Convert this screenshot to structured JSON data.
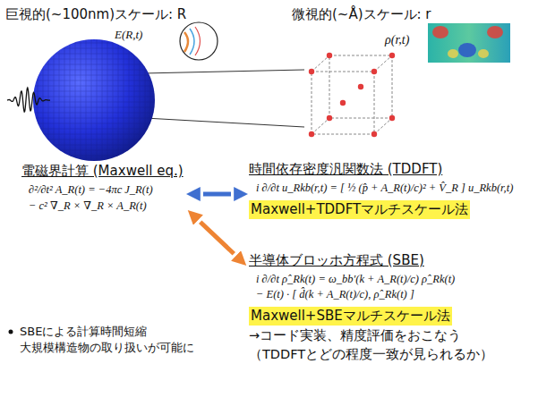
{
  "diagram": {
    "nodes": [
      {
        "text": [
          "電磁界計算 (Maxwell eq.)",
          "∂²/∂t² A_R(t) = −4πc J_R(t)",
          "− c² ∇_R × ∇_R × A_R(t)"
        ]
      },
      {
        "text": [
          "時間依存密度汎関数法 (TDDFT)",
          "i ∂/∂t u_Rkb(r,t) = [ ½ (p̂ + A_R(t)/c)² + V̂_R ] u_Rkb(r,t)",
          "Maxwell+TDDFTマルチスケール法"
        ]
      },
      {
        "text": [
          "半導体ブロッホ方程式 (SBE)",
          "i ∂/∂t ρ̂_Rk(t) = ω_bb′(k + A_R(t)/c) ρ̂_Rk(t)",
          "− E(t) · [ d̂(k + A_R(t)/c), ρ̂_Rk(t) ]",
          "Maxwell+SBEマルチスケール法",
          "→コード実装、精度評価をおこなう",
          "（TDDFTとどの程度一致が見られるか）"
        ]
      }
    ],
    "edges": [
      {
        "from": 0,
        "to": 1,
        "arrow": "both"
      },
      {
        "from": 0,
        "to": 2,
        "arrow": "both"
      }
    ],
    "labels": [
      "巨視的(~100nm)スケール: R",
      "微視的(~Å)スケール: r",
      "E(R,t)",
      "ρ(r,t)",
      "SBEによる計算時間短縮 大規模構造物の取り扱いが可能に"
    ]
  }
}
